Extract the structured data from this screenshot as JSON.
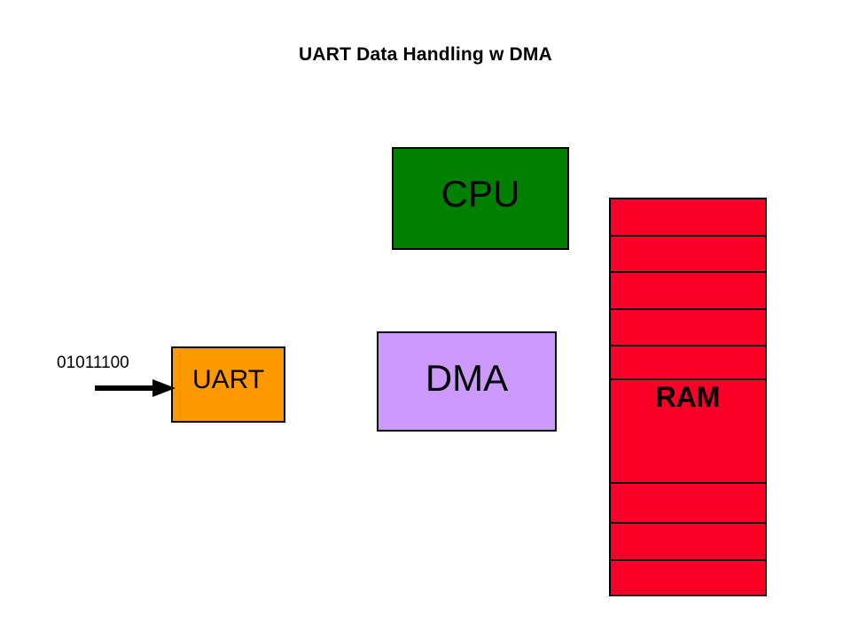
{
  "slide": {
    "title": "UART Data Handling w DMA",
    "background": "#ffffff"
  },
  "blocks": {
    "cpu": {
      "label": "CPU",
      "color": "#008000",
      "border": "#000000"
    },
    "dma": {
      "label": "DMA",
      "color": "#cc99ff",
      "border": "#000000"
    },
    "uart": {
      "label": "UART",
      "color": "#ff9900",
      "border": "#000000"
    },
    "ram": {
      "label": "RAM",
      "color": "#fa0028",
      "border": "#000000",
      "cells": [
        {
          "height": 42
        },
        {
          "height": 41
        },
        {
          "height": 42
        },
        {
          "height": 41
        },
        {
          "height": 38
        },
        {
          "height": 117
        },
        {
          "height": 45
        },
        {
          "height": 42
        },
        {
          "height": 38
        }
      ]
    }
  },
  "stream": {
    "bits": "01011100",
    "arrow_icon": "arrow-right-icon",
    "arrow_color": "#000000"
  }
}
